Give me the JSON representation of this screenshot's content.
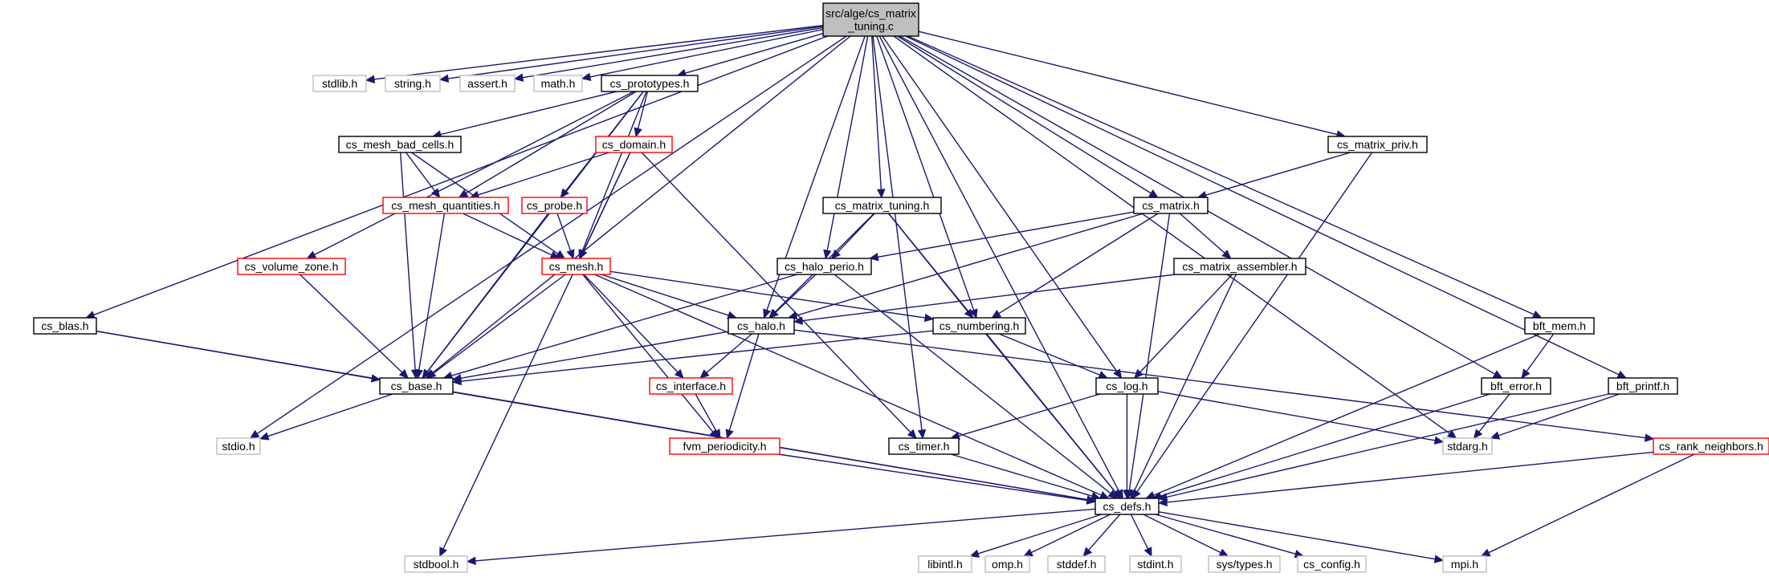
{
  "graph": {
    "colors": {
      "edge": "#191970",
      "root_fill": "#bfbfbf",
      "documented_border": "#000000",
      "incomplete_border": "#ff0000",
      "external_border": "#bfbfbf",
      "external_text": "#000000"
    },
    "nodes": [
      {
        "id": "root",
        "label": "src/alge/cs_matrix\n_tuning.c",
        "kind": "root"
      },
      {
        "id": "stdlib",
        "label": "stdlib.h",
        "kind": "external"
      },
      {
        "id": "string",
        "label": "string.h",
        "kind": "external"
      },
      {
        "id": "assert",
        "label": "assert.h",
        "kind": "external"
      },
      {
        "id": "math",
        "label": "math.h",
        "kind": "external"
      },
      {
        "id": "cs_prototypes",
        "label": "cs_prototypes.h",
        "kind": "documented"
      },
      {
        "id": "cs_mesh_bad_cells",
        "label": "cs_mesh_bad_cells.h",
        "kind": "documented"
      },
      {
        "id": "cs_domain",
        "label": "cs_domain.h",
        "kind": "incomplete"
      },
      {
        "id": "cs_mesh_quantities",
        "label": "cs_mesh_quantities.h",
        "kind": "incomplete"
      },
      {
        "id": "cs_probe",
        "label": "cs_probe.h",
        "kind": "incomplete"
      },
      {
        "id": "cs_volume_zone",
        "label": "cs_volume_zone.h",
        "kind": "incomplete"
      },
      {
        "id": "cs_mesh",
        "label": "cs_mesh.h",
        "kind": "incomplete"
      },
      {
        "id": "cs_matrix_tuning",
        "label": "cs_matrix_tuning.h",
        "kind": "documented"
      },
      {
        "id": "cs_halo_perio",
        "label": "cs_halo_perio.h",
        "kind": "documented"
      },
      {
        "id": "cs_halo",
        "label": "cs_halo.h",
        "kind": "documented"
      },
      {
        "id": "cs_matrix_priv",
        "label": "cs_matrix_priv.h",
        "kind": "documented"
      },
      {
        "id": "cs_matrix",
        "label": "cs_matrix.h",
        "kind": "documented"
      },
      {
        "id": "cs_matrix_assembler",
        "label": "cs_matrix_assembler.h",
        "kind": "documented"
      },
      {
        "id": "cs_numbering",
        "label": "cs_numbering.h",
        "kind": "documented"
      },
      {
        "id": "cs_blas",
        "label": "cs_blas.h",
        "kind": "documented"
      },
      {
        "id": "cs_base",
        "label": "cs_base.h",
        "kind": "documented"
      },
      {
        "id": "cs_interface",
        "label": "cs_interface.h",
        "kind": "incomplete"
      },
      {
        "id": "cs_log",
        "label": "cs_log.h",
        "kind": "documented"
      },
      {
        "id": "bft_mem",
        "label": "bft_mem.h",
        "kind": "documented"
      },
      {
        "id": "bft_error",
        "label": "bft_error.h",
        "kind": "documented"
      },
      {
        "id": "bft_printf",
        "label": "bft_printf.h",
        "kind": "documented"
      },
      {
        "id": "stdio",
        "label": "stdio.h",
        "kind": "external"
      },
      {
        "id": "fvm_periodicity",
        "label": "fvm_periodicity.h",
        "kind": "incomplete"
      },
      {
        "id": "cs_timer",
        "label": "cs_timer.h",
        "kind": "documented"
      },
      {
        "id": "stdarg",
        "label": "stdarg.h",
        "kind": "external"
      },
      {
        "id": "cs_rank_neighbors",
        "label": "cs_rank_neighbors.h",
        "kind": "incomplete"
      },
      {
        "id": "cs_defs",
        "label": "cs_defs.h",
        "kind": "documented"
      },
      {
        "id": "stdbool",
        "label": "stdbool.h",
        "kind": "external"
      },
      {
        "id": "libintl",
        "label": "libintl.h",
        "kind": "external"
      },
      {
        "id": "omp",
        "label": "omp.h",
        "kind": "external"
      },
      {
        "id": "stddef",
        "label": "stddef.h",
        "kind": "external"
      },
      {
        "id": "stdint",
        "label": "stdint.h",
        "kind": "external"
      },
      {
        "id": "sys_types",
        "label": "sys/types.h",
        "kind": "external"
      },
      {
        "id": "cs_config",
        "label": "cs_config.h",
        "kind": "external"
      },
      {
        "id": "mpi",
        "label": "mpi.h",
        "kind": "external"
      }
    ],
    "edges": [
      [
        "root",
        "stdlib"
      ],
      [
        "root",
        "string"
      ],
      [
        "root",
        "assert"
      ],
      [
        "root",
        "math"
      ],
      [
        "root",
        "cs_prototypes"
      ],
      [
        "root",
        "cs_blas"
      ],
      [
        "root",
        "stdio"
      ],
      [
        "root",
        "cs_base"
      ],
      [
        "root",
        "cs_halo"
      ],
      [
        "root",
        "cs_halo_perio"
      ],
      [
        "root",
        "cs_matrix_tuning"
      ],
      [
        "root",
        "cs_timer"
      ],
      [
        "root",
        "cs_numbering"
      ],
      [
        "root",
        "cs_log"
      ],
      [
        "root",
        "cs_matrix"
      ],
      [
        "root",
        "cs_defs"
      ],
      [
        "root",
        "stdarg"
      ],
      [
        "root",
        "bft_error"
      ],
      [
        "root",
        "cs_matrix_priv"
      ],
      [
        "root",
        "bft_mem"
      ],
      [
        "root",
        "bft_printf"
      ],
      [
        "cs_prototypes",
        "cs_base"
      ],
      [
        "cs_prototypes",
        "cs_mesh_bad_cells"
      ],
      [
        "cs_prototypes",
        "cs_mesh_quantities"
      ],
      [
        "cs_prototypes",
        "cs_volume_zone"
      ],
      [
        "cs_prototypes",
        "cs_probe"
      ],
      [
        "cs_prototypes",
        "cs_domain"
      ],
      [
        "cs_prototypes",
        "cs_mesh"
      ],
      [
        "cs_mesh_bad_cells",
        "cs_mesh_quantities"
      ],
      [
        "cs_mesh_bad_cells",
        "cs_mesh"
      ],
      [
        "cs_mesh_bad_cells",
        "cs_base"
      ],
      [
        "cs_domain",
        "cs_mesh_quantities"
      ],
      [
        "cs_domain",
        "cs_mesh"
      ],
      [
        "cs_domain",
        "stdbool"
      ],
      [
        "cs_domain",
        "cs_timer"
      ],
      [
        "cs_mesh_quantities",
        "cs_mesh"
      ],
      [
        "cs_mesh_quantities",
        "cs_base"
      ],
      [
        "cs_probe",
        "cs_mesh"
      ],
      [
        "cs_probe",
        "cs_base"
      ],
      [
        "cs_volume_zone",
        "cs_base"
      ],
      [
        "cs_mesh",
        "cs_base"
      ],
      [
        "cs_mesh",
        "cs_halo"
      ],
      [
        "cs_mesh",
        "cs_interface"
      ],
      [
        "cs_mesh",
        "fvm_periodicity"
      ],
      [
        "cs_mesh",
        "cs_numbering"
      ],
      [
        "cs_mesh",
        "cs_defs"
      ],
      [
        "cs_matrix_tuning",
        "cs_halo_perio"
      ],
      [
        "cs_matrix_tuning",
        "cs_halo"
      ],
      [
        "cs_matrix_tuning",
        "cs_numbering"
      ],
      [
        "cs_matrix_tuning",
        "cs_defs"
      ],
      [
        "cs_halo_perio",
        "cs_halo"
      ],
      [
        "cs_halo_perio",
        "cs_base"
      ],
      [
        "cs_halo_perio",
        "cs_defs"
      ],
      [
        "cs_halo",
        "cs_base"
      ],
      [
        "cs_halo",
        "cs_interface"
      ],
      [
        "cs_halo",
        "fvm_periodicity"
      ],
      [
        "cs_halo",
        "cs_rank_neighbors"
      ],
      [
        "cs_matrix_priv",
        "cs_matrix"
      ],
      [
        "cs_matrix_priv",
        "cs_defs"
      ],
      [
        "cs_matrix",
        "cs_halo_perio"
      ],
      [
        "cs_matrix",
        "cs_halo"
      ],
      [
        "cs_matrix",
        "cs_numbering"
      ],
      [
        "cs_matrix",
        "cs_matrix_assembler"
      ],
      [
        "cs_matrix",
        "cs_defs"
      ],
      [
        "cs_matrix_assembler",
        "cs_halo"
      ],
      [
        "cs_matrix_assembler",
        "cs_log"
      ],
      [
        "cs_matrix_assembler",
        "cs_defs"
      ],
      [
        "cs_numbering",
        "cs_base"
      ],
      [
        "cs_numbering",
        "cs_log"
      ],
      [
        "cs_numbering",
        "cs_defs"
      ],
      [
        "cs_blas",
        "cs_base"
      ],
      [
        "cs_blas",
        "cs_defs"
      ],
      [
        "cs_base",
        "stdio"
      ],
      [
        "cs_base",
        "cs_defs"
      ],
      [
        "cs_interface",
        "fvm_periodicity"
      ],
      [
        "fvm_periodicity",
        "cs_defs"
      ],
      [
        "cs_log",
        "cs_timer"
      ],
      [
        "cs_log",
        "stdarg"
      ],
      [
        "cs_log",
        "cs_defs"
      ],
      [
        "cs_timer",
        "cs_defs"
      ],
      [
        "bft_mem",
        "bft_error"
      ],
      [
        "bft_mem",
        "cs_defs"
      ],
      [
        "bft_error",
        "stdarg"
      ],
      [
        "bft_error",
        "cs_defs"
      ],
      [
        "bft_printf",
        "stdarg"
      ],
      [
        "bft_printf",
        "cs_defs"
      ],
      [
        "cs_rank_neighbors",
        "cs_defs"
      ],
      [
        "cs_rank_neighbors",
        "mpi"
      ],
      [
        "cs_defs",
        "stdbool"
      ],
      [
        "cs_defs",
        "libintl"
      ],
      [
        "cs_defs",
        "omp"
      ],
      [
        "cs_defs",
        "stddef"
      ],
      [
        "cs_defs",
        "stdint"
      ],
      [
        "cs_defs",
        "sys_types"
      ],
      [
        "cs_defs",
        "cs_config"
      ],
      [
        "cs_defs",
        "mpi"
      ]
    ]
  }
}
